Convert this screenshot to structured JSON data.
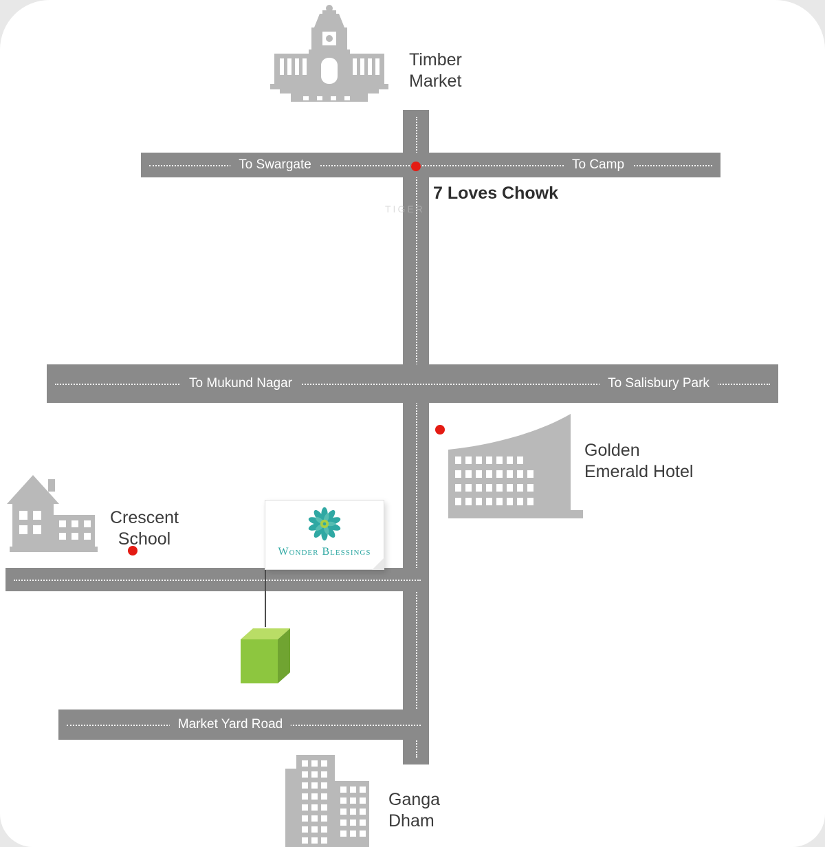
{
  "watermark": "TIGER",
  "roads": {
    "to_swargate": "To Swargate",
    "to_camp": "To Camp",
    "to_mukund_nagar": "To Mukund Nagar",
    "to_salisbury_park": "To Salisbury Park",
    "market_yard_road": "Market Yard Road"
  },
  "places": {
    "timber_market": "Timber\nMarket",
    "seven_loves_chowk": "7 Loves Chowk",
    "golden_emerald_hotel": "Golden\nEmerald Hotel",
    "crescent_school": "Crescent\nSchool",
    "ganga_dham": "Ganga\nDham"
  },
  "project": {
    "name": "Wonder Blessings"
  },
  "icons": {
    "timber_market": "palace-building-icon",
    "golden_emerald_hotel": "hotel-building-icon",
    "crescent_school": "school-house-icon",
    "ganga_dham": "apartment-towers-icon",
    "project_logo": "flower-logo-icon",
    "project_marker": "green-3d-box-marker"
  },
  "colors": {
    "road_gray": "#8a8a8a",
    "building_gray": "#b9b9b9",
    "marker_red": "#e41b13",
    "project_green": "#8dc63f",
    "brand_teal": "#2fa8a3"
  }
}
